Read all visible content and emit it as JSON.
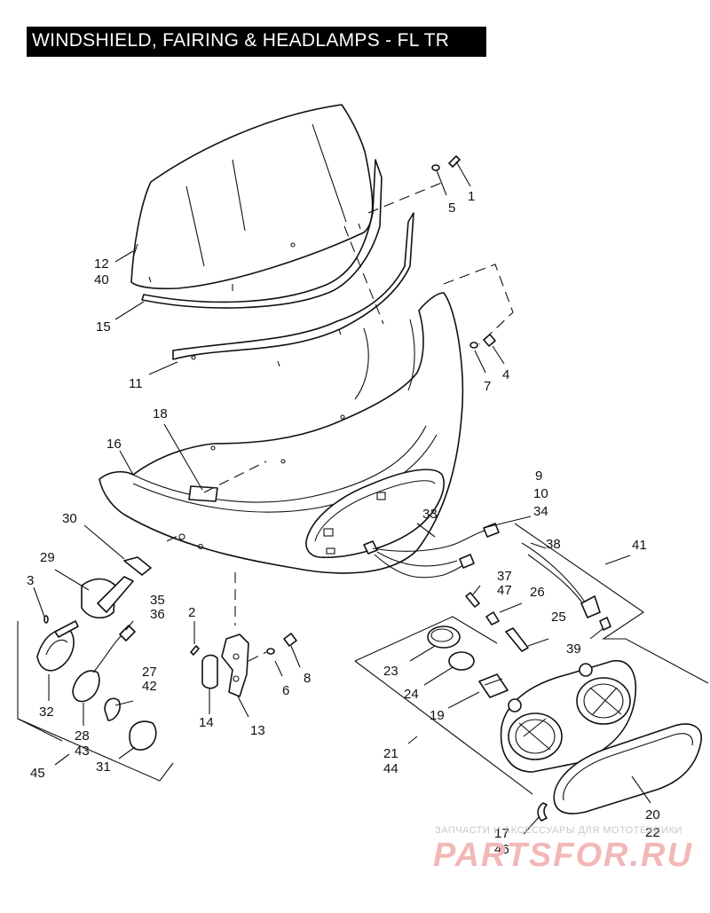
{
  "title": "WINDSHIELD, FAIRING & HEADLAMPS - FL TR",
  "callouts": {
    "c1": "1",
    "c5": "5",
    "c12": "12",
    "c40": "40",
    "c15": "15",
    "c11": "11",
    "c7": "7",
    "c4": "4",
    "c18": "18",
    "c16": "16",
    "c9": "9",
    "c10": "10",
    "c34": "34",
    "c33": "33",
    "c30": "30",
    "c29": "29",
    "c3": "3",
    "c35": "35",
    "c36": "36",
    "c2": "2",
    "c38": "38",
    "c41": "41",
    "c37": "37",
    "c47": "47",
    "c26": "26",
    "c25": "25",
    "c39": "39",
    "c27": "27",
    "c42": "42",
    "c6": "6",
    "c8": "8",
    "c23": "23",
    "c24": "24",
    "c19": "19",
    "c32": "32",
    "c14": "14",
    "c13": "13",
    "c28": "28",
    "c43": "43",
    "c31": "31",
    "c45": "45",
    "c21": "21",
    "c44": "44",
    "c20": "20",
    "c22": "22",
    "c17": "17",
    "c46": "46"
  },
  "watermark": {
    "line1": "ЗАПЧАСТИ И АКСЕССУАРЫ ДЛЯ МОТОТЕХНИКИ",
    "line2": "PARTSFOR.RU"
  },
  "colors": {
    "ink": "#111111",
    "title_bg": "#000000",
    "title_fg": "#ffffff",
    "watermark_red": "#f2b8b8"
  }
}
